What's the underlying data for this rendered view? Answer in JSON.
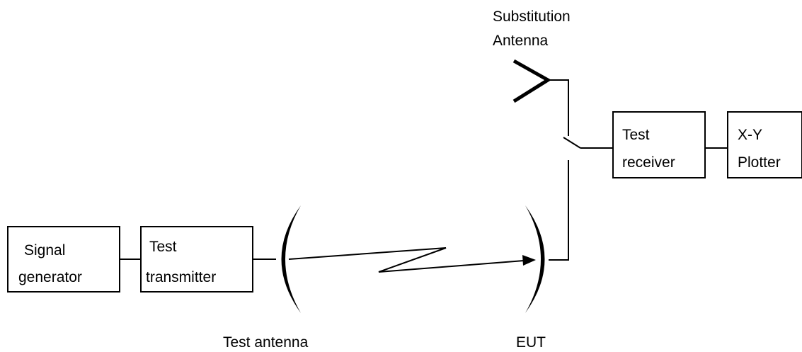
{
  "blocks": {
    "signal_generator": {
      "line1": "Signal",
      "line2": "generator"
    },
    "test_transmitter": {
      "line1": "Test",
      "line2": "transmitter"
    },
    "test_receiver": {
      "line1": "Test",
      "line2": "receiver"
    },
    "xy_plotter": {
      "line1": "X-Y",
      "line2": "Plotter"
    }
  },
  "labels": {
    "substitution_antenna_line1": "Substitution",
    "substitution_antenna_line2": "Antenna",
    "test_antenna": "Test antenna",
    "eut": "EUT"
  },
  "colors": {
    "stroke": "#000000",
    "background": "#ffffff"
  }
}
